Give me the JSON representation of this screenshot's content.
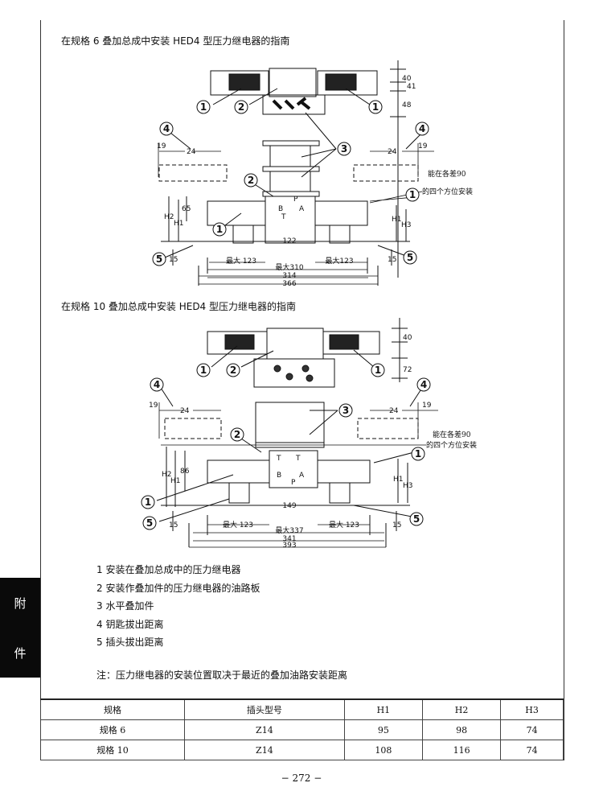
{
  "headings": [
    "在规格 6 叠加总成中安装 HED4 型压力继电器的指南",
    "在规格 10 叠加总成中安装 HED4 型压力继电器的指南"
  ],
  "fig1": {
    "dims": [
      "40",
      "41",
      "48",
      "19",
      "24",
      "24",
      "19",
      "65",
      "H2",
      "H1",
      "H1",
      "H3",
      "122",
      "15",
      "15",
      "最大 123",
      "最大123",
      "最大310",
      "314",
      "366",
      "B",
      "A",
      "T",
      "P"
    ],
    "note": [
      "能在各差90",
      "的四个方位安装"
    ]
  },
  "fig2": {
    "dims": [
      "40",
      "72",
      "19",
      "24",
      "24",
      "19",
      "H2",
      "H1",
      "86",
      "H1",
      "H3",
      "149",
      "15",
      "15",
      "最大 123",
      "最大 123",
      "最大337",
      "341",
      "393",
      "B",
      "A",
      "T",
      "T",
      "P"
    ],
    "note": [
      "能在各差90",
      "的四个方位安装"
    ]
  },
  "callouts": [
    "1",
    "2",
    "3",
    "4",
    "5"
  ],
  "legend": [
    "1 安装在叠加总成中的压力继电器",
    "2 安装作叠加件的压力继电器的油路板",
    "3 水平叠加件",
    "4 钥匙拔出距离",
    "5 插头拔出距离"
  ],
  "note": "注：压力继电器的安装位置取决于最近的叠加油路安装距离",
  "side_tab": [
    "附",
    "件"
  ],
  "table": {
    "headers": [
      "规格",
      "插头型号",
      "H1",
      "H2",
      "H3"
    ],
    "rows": [
      [
        "规格 6",
        "Z14",
        "95",
        "98",
        "74"
      ],
      [
        "规格 10",
        "Z14",
        "108",
        "116",
        "74"
      ]
    ]
  },
  "page_number": "− 272 −"
}
